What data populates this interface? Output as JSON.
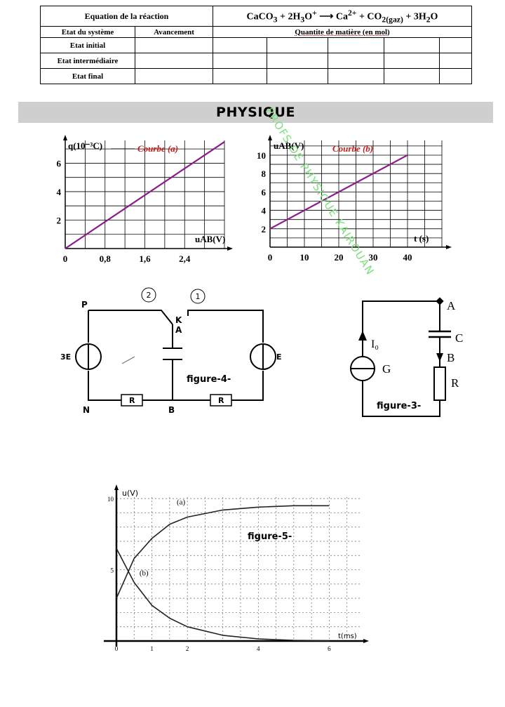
{
  "chem_table": {
    "equation_label": "Equation de la réaction",
    "equation": {
      "r1": "CaCO",
      "r1_sub": "3",
      "plus1": "+",
      "r2": "2H",
      "r2_sub": "3",
      "r2_tail": "O",
      "r2_sup": "+",
      "p1": "Ca",
      "p1_sup": "2+",
      "plus2": "+",
      "p2": "CO",
      "p2_sub": "2(gaz)",
      "plus3": "+",
      "p3": "3H",
      "p3_sub": "2",
      "p3_tail": "O"
    },
    "col_state": "Etat du système",
    "col_advance": "Avancement",
    "col_quantity": "Quantite de matière (en mol)",
    "rows": [
      "Etat initial",
      "Etat intermédiaire",
      "Etat final"
    ]
  },
  "watermark": "PROFS DE PHYSIQUE KAIROUAN",
  "section_title": "PHYSIQUE",
  "colors": {
    "curve": "#8b1a8b",
    "label_red": "#c0201a",
    "watermark": "#7be07b",
    "banner": "#cfcfcf"
  },
  "chart_data": [
    {
      "type": "line",
      "title": "Courbe (a)",
      "ylabel": "q(10⁻³C)",
      "xlabel": "uAB(V)",
      "x_ticks": [
        "0",
        "0,8",
        "1,6",
        "2,4"
      ],
      "y_ticks": [
        "2",
        "4",
        "6"
      ],
      "xlim": [
        0,
        3.2
      ],
      "ylim": [
        0,
        7.6
      ],
      "grid": true,
      "series": [
        {
          "x": [
            0,
            3.2
          ],
          "y": [
            0,
            7.5
          ]
        }
      ]
    },
    {
      "type": "line",
      "title": "Courbe (b)",
      "ylabel": "uAB(V)",
      "xlabel": "t (s)",
      "x_ticks": [
        "0",
        "10",
        "20",
        "30",
        "40"
      ],
      "y_ticks": [
        "2",
        "4",
        "6",
        "8",
        "10"
      ],
      "xlim": [
        0,
        50
      ],
      "ylim": [
        0,
        11.6
      ],
      "grid": true,
      "series": [
        {
          "x": [
            0,
            40
          ],
          "y": [
            2,
            10
          ]
        }
      ]
    },
    {
      "type": "line",
      "title": "figure-5-",
      "ylabel": "u(V)",
      "xlabel": "t(ms)",
      "x_ticks": [
        "0",
        "1",
        "2",
        "4",
        "6"
      ],
      "y_ticks": [
        "10",
        "5"
      ],
      "xlim": [
        0,
        7
      ],
      "ylim": [
        0,
        10.5
      ],
      "grid": true,
      "series": [
        {
          "name": "(a)",
          "x": [
            0,
            0.5,
            1,
            1.5,
            2,
            3,
            4,
            5,
            6
          ],
          "y": [
            3,
            5.8,
            7.2,
            8.2,
            8.7,
            9.2,
            9.4,
            9.5,
            9.5
          ]
        },
        {
          "name": "(b)",
          "x": [
            0,
            0.5,
            1,
            1.5,
            2,
            3,
            4,
            5,
            6
          ],
          "y": [
            6.5,
            4.1,
            2.5,
            1.6,
            1.0,
            0.4,
            0.15,
            0.05,
            0.02
          ]
        }
      ]
    }
  ],
  "figure4": {
    "caption": "figure-4-",
    "label_P": "P",
    "label_N": "N",
    "label_B": "B",
    "label_K": "K",
    "label_A": "A",
    "pos1": "1",
    "pos2": "2",
    "source_left": "3E",
    "source_right": "E",
    "resistor_left": "R",
    "resistor_right": "R"
  },
  "figure3": {
    "caption": "figure-3-",
    "label_A": "A",
    "label_B": "B",
    "label_C": "C",
    "label_R": "R",
    "label_G": "G",
    "label_I": "I₀"
  }
}
